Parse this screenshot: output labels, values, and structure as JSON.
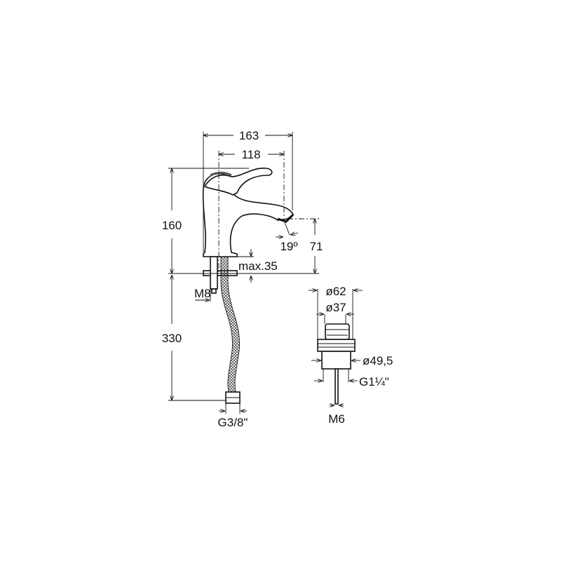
{
  "faucet": {
    "width_total": "163",
    "width_spout": "118",
    "height_total": "160",
    "hose_length": "330",
    "spout_height": "71",
    "spout_angle": "19º",
    "max_thickness": "max.35",
    "stud_thread": "M8",
    "hose_thread": "G3/8\""
  },
  "drain": {
    "outer_diameter": "ø62",
    "cap_diameter": "ø37",
    "body_diameter": "ø49,5",
    "thread": "G1¼\"",
    "rod_thread": "M6"
  }
}
